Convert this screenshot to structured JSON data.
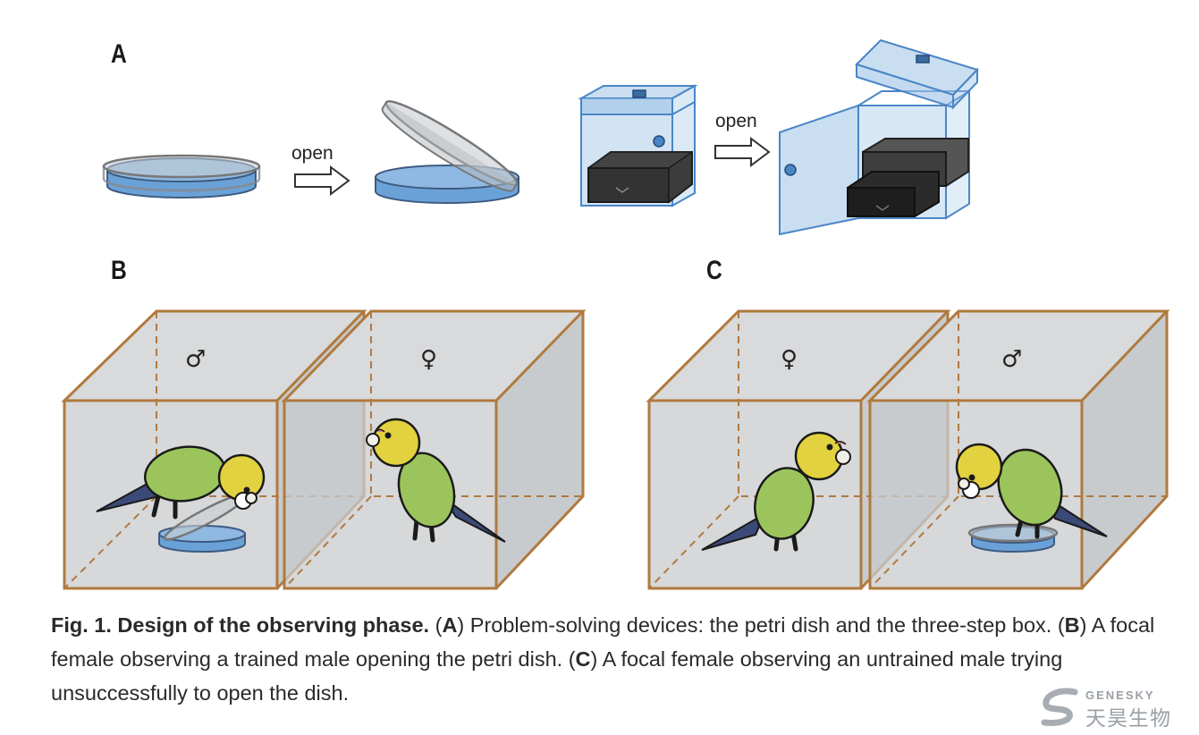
{
  "panels": {
    "a_label": "A",
    "b_label": "B",
    "c_label": "C"
  },
  "panel_a": {
    "arrow_label_1": "open",
    "arrow_label_2": "open"
  },
  "panel_b": {
    "left_cage_symbol": "♂",
    "right_cage_symbol": "♀"
  },
  "panel_c": {
    "left_cage_symbol": "♀",
    "right_cage_symbol": "♂"
  },
  "caption": {
    "title": "Fig. 1. Design of the observing phase.",
    "part_a_open": " (",
    "a_letter": "A",
    "part_a_text": ") Problem-solving devices: the petri dish and the three-step box. (",
    "b_letter": "B",
    "part_b_text": ") A focal female observing a trained male opening the petri dish. (",
    "c_letter": "C",
    "part_c_text": ") A focal female observing an untrained male trying unsuccessfully to open the dish."
  },
  "watermark": {
    "brand_en": "GENESKY",
    "brand_cn": "天昊生物"
  },
  "colors": {
    "cage_edge": "#b07a3e",
    "cage_fill": "#d3d6d9",
    "dish_blue": "#6aa2d8",
    "box_blue": "#9cc2e6",
    "bird_body": "#9cc45c",
    "bird_head": "#e3d23f",
    "bird_tail": "#3c4a78"
  }
}
